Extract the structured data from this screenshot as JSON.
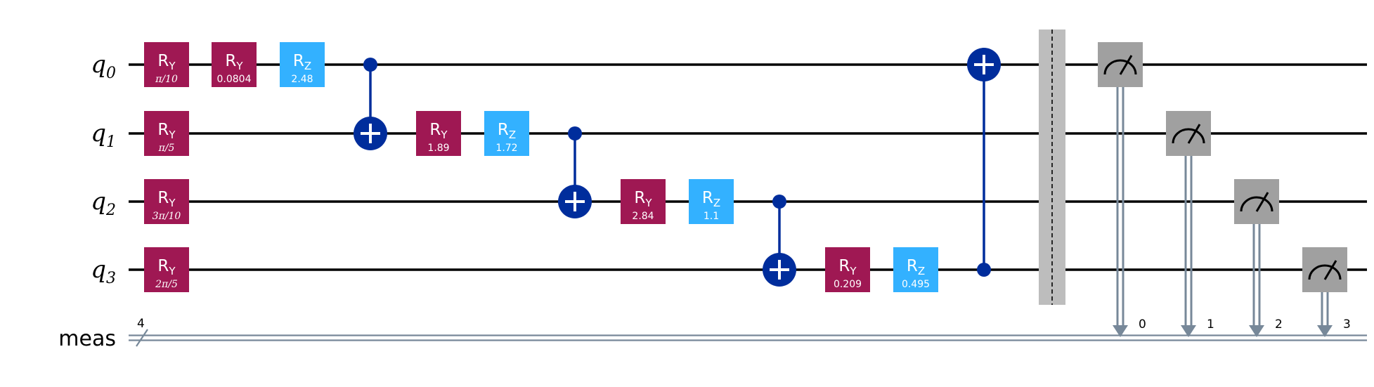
{
  "colors": {
    "ry": "#9f1853",
    "rz": "#33b1ff",
    "cx": "#002d9c",
    "measure": "#a0a0a0",
    "barrier": "#bdbdbd",
    "classical": "#778899",
    "wire": "#000000"
  },
  "qubits": [
    {
      "name": "q",
      "index": "0"
    },
    {
      "name": "q",
      "index": "1"
    },
    {
      "name": "q",
      "index": "2"
    },
    {
      "name": "q",
      "index": "3"
    }
  ],
  "classical_register": {
    "name": "meas",
    "size": "4",
    "bit_labels": [
      "0",
      "1",
      "2",
      "3"
    ]
  },
  "gates": [
    {
      "type": "ry",
      "qubit": 0,
      "col": 0,
      "label": "R",
      "sub": "Y",
      "param": "π/10"
    },
    {
      "type": "ry",
      "qubit": 1,
      "col": 0,
      "label": "R",
      "sub": "Y",
      "param": "π/5"
    },
    {
      "type": "ry",
      "qubit": 2,
      "col": 0,
      "label": "R",
      "sub": "Y",
      "param": "3π/10"
    },
    {
      "type": "ry",
      "qubit": 3,
      "col": 0,
      "label": "R",
      "sub": "Y",
      "param": "2π/5"
    },
    {
      "type": "ry",
      "qubit": 0,
      "col": 1,
      "label": "R",
      "sub": "Y",
      "param": "0.0804"
    },
    {
      "type": "rz",
      "qubit": 0,
      "col": 2,
      "label": "R",
      "sub": "Z",
      "param": "2.48"
    },
    {
      "type": "cx",
      "control": 0,
      "target": 1,
      "col": 3
    },
    {
      "type": "ry",
      "qubit": 1,
      "col": 4,
      "label": "R",
      "sub": "Y",
      "param": "1.89"
    },
    {
      "type": "rz",
      "qubit": 1,
      "col": 5,
      "label": "R",
      "sub": "Z",
      "param": "1.72"
    },
    {
      "type": "cx",
      "control": 1,
      "target": 2,
      "col": 6
    },
    {
      "type": "ry",
      "qubit": 2,
      "col": 7,
      "label": "R",
      "sub": "Y",
      "param": "2.84"
    },
    {
      "type": "rz",
      "qubit": 2,
      "col": 8,
      "label": "R",
      "sub": "Z",
      "param": "1.1"
    },
    {
      "type": "cx",
      "control": 2,
      "target": 3,
      "col": 9
    },
    {
      "type": "ry",
      "qubit": 3,
      "col": 10,
      "label": "R",
      "sub": "Y",
      "param": "0.209"
    },
    {
      "type": "rz",
      "qubit": 3,
      "col": 11,
      "label": "R",
      "sub": "Z",
      "param": "0.495"
    },
    {
      "type": "cx",
      "control": 3,
      "target": 0,
      "col": 12
    },
    {
      "type": "barrier",
      "col": 13
    },
    {
      "type": "measure",
      "qubit": 0,
      "clbit": 0,
      "col": 14
    },
    {
      "type": "measure",
      "qubit": 1,
      "clbit": 1,
      "col": 15
    },
    {
      "type": "measure",
      "qubit": 2,
      "clbit": 2,
      "col": 16
    },
    {
      "type": "measure",
      "qubit": 3,
      "clbit": 3,
      "col": 17
    }
  ]
}
